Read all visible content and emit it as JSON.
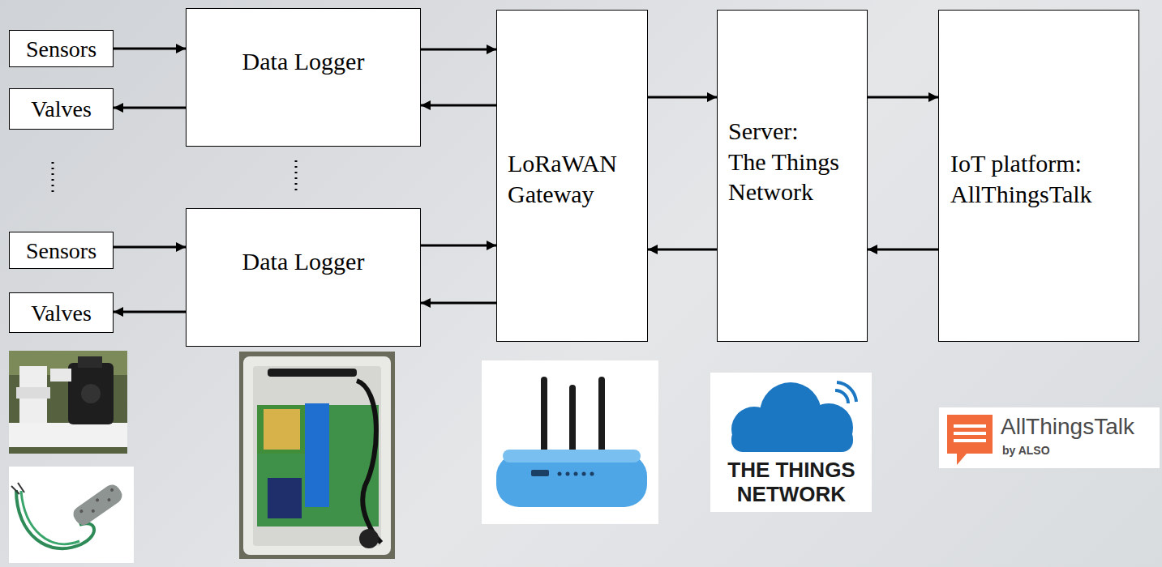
{
  "diagram": {
    "nodes": [
      {
        "text": [
          "Sensors"
        ]
      },
      {
        "text": [
          "Data Logger"
        ]
      },
      {
        "text": [
          "Valves"
        ]
      },
      {
        "text": [
          "Sensors"
        ]
      },
      {
        "text": [
          "Data Logger"
        ]
      },
      {
        "text": [
          "Valves"
        ]
      },
      {
        "text": [
          "LoRaWAN Gateway"
        ]
      },
      {
        "text": [
          "Server:",
          "The Things Network"
        ]
      },
      {
        "text": [
          "IoT platform:",
          "AllThingsTalk"
        ]
      }
    ],
    "edges": [
      {
        "from": 0,
        "to": 1,
        "arrow": "to"
      },
      {
        "from": 1,
        "to": 2,
        "arrow": "to"
      },
      {
        "from": 1,
        "to": 6,
        "arrow": "to"
      },
      {
        "from": 6,
        "to": 1,
        "arrow": "to"
      },
      {
        "from": 3,
        "to": 4,
        "arrow": "to"
      },
      {
        "from": 4,
        "to": 5,
        "arrow": "to"
      },
      {
        "from": 4,
        "to": 6,
        "arrow": "to"
      },
      {
        "from": 6,
        "to": 4,
        "arrow": "to"
      },
      {
        "from": 6,
        "to": 7,
        "arrow": "to"
      },
      {
        "from": 7,
        "to": 6,
        "arrow": "to"
      },
      {
        "from": 7,
        "to": 8,
        "arrow": "to"
      },
      {
        "from": 8,
        "to": 7,
        "arrow": "to"
      }
    ],
    "labels": [
      "THE THINGS NETWORK",
      "AllThingsTalk",
      "by ALSO"
    ]
  }
}
